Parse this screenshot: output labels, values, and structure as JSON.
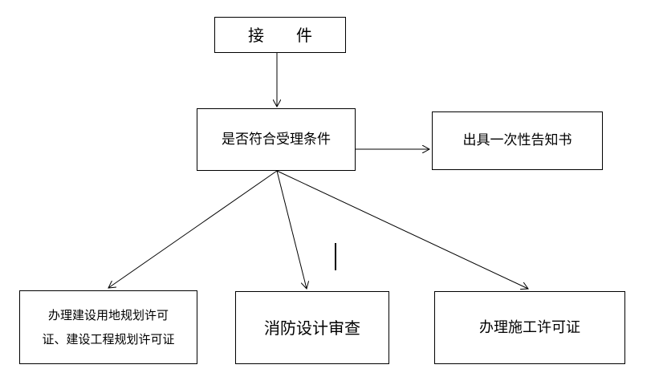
{
  "nodes": {
    "receive": "接　　件",
    "check_conditions": "是否符合受理条件",
    "one_time_notice": "出具一次性告知书",
    "land_permit_line1": "办理建设用地规划许可",
    "land_permit_line2": "证、建设工程规划许可证",
    "fire_review": "消防设计审查",
    "construction_permit": "办理施工许可证"
  },
  "colors": {
    "line": "#000000",
    "box_border": "#000000",
    "background": "#ffffff"
  }
}
